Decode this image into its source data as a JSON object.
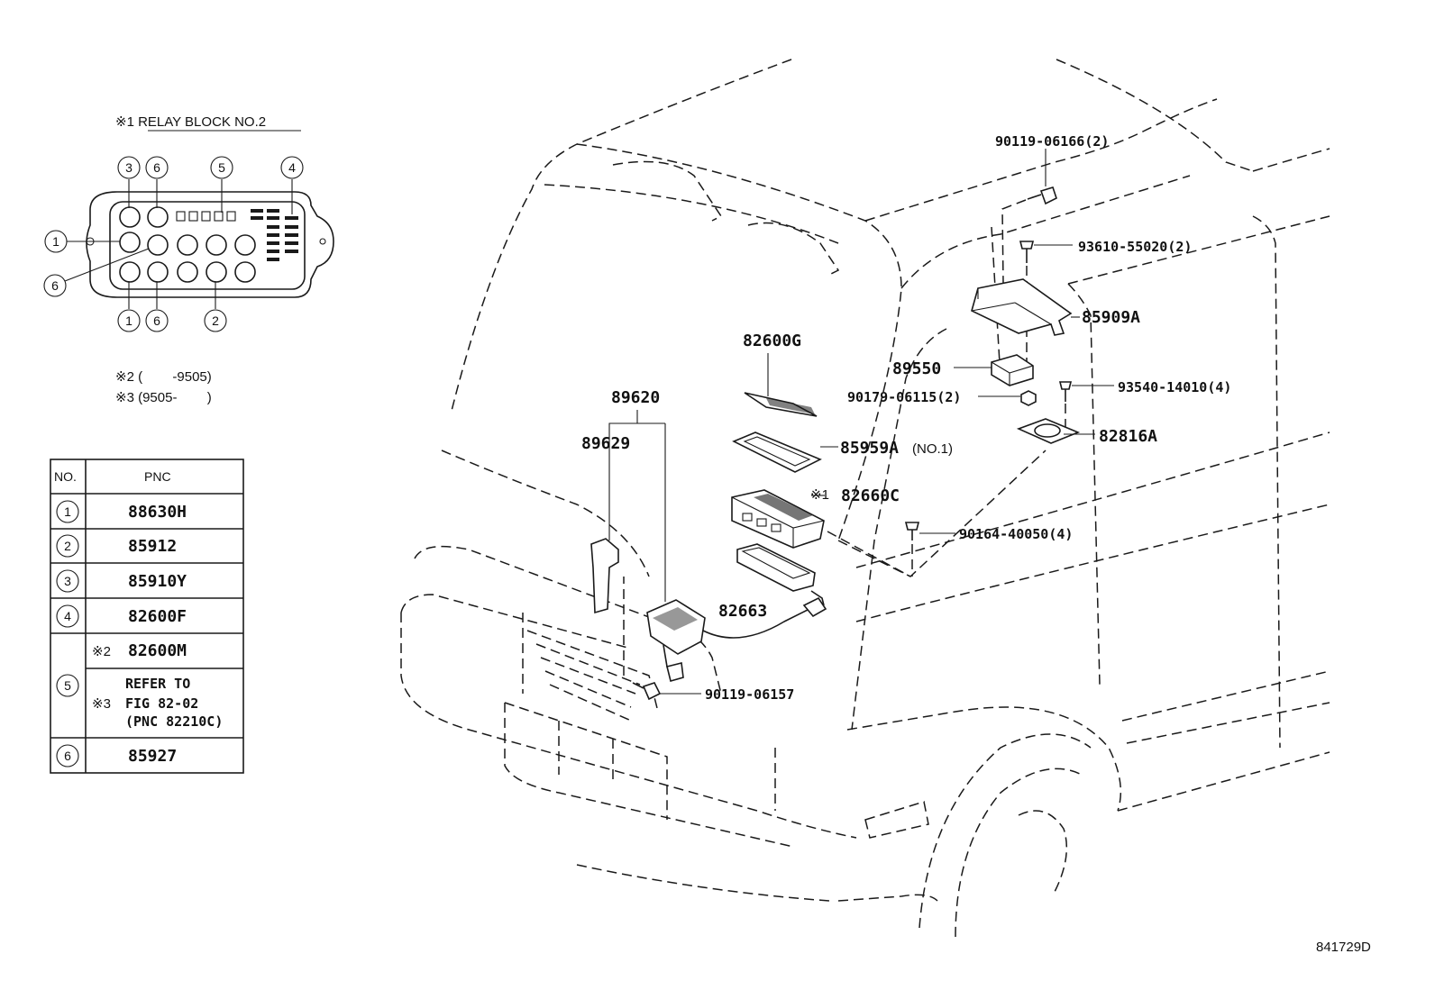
{
  "relay_block": {
    "title": "※1 RELAY BLOCK NO.2",
    "top_callouts": [
      "3",
      "6",
      "5",
      "4"
    ],
    "left_callouts": [
      "1",
      "6"
    ],
    "bottom_callouts": [
      "1",
      "6",
      "2"
    ]
  },
  "notes": {
    "note2": "※2 (        -9505)",
    "note3": "※3 (9505-        )"
  },
  "table": {
    "headers": [
      "NO.",
      "PNC"
    ],
    "rows": [
      {
        "no": "1",
        "pnc": "88630H"
      },
      {
        "no": "2",
        "pnc": "85912"
      },
      {
        "no": "3",
        "pnc": "85910Y"
      },
      {
        "no": "4",
        "pnc": "82600F"
      },
      {
        "no": "5",
        "pnc_a_mark": "※2",
        "pnc_a": "82600M",
        "ref_line1": "REFER TO",
        "ref_mark": "※3",
        "ref_line2": "FIG 82-02",
        "ref_line3": "(PNC 82210C)"
      },
      {
        "no": "6",
        "pnc": "85927"
      }
    ]
  },
  "callouts": {
    "c1": "90119-06166(2)",
    "c2": "93610-55020(2)",
    "c3": "85909A",
    "c4": "89550",
    "c5": "90179-06115(2)",
    "c6": "93540-14010(4)",
    "c7": "82816A",
    "c8": "82600G",
    "c9": "85959A",
    "c9_note": "(NO.1)",
    "c10_mark": "※1",
    "c10": "82660C",
    "c11": "90164-40050(4)",
    "c12": "89620",
    "c13": "89629",
    "c14": "82663",
    "c15": "90119-06157"
  },
  "figure_id": "841729D"
}
